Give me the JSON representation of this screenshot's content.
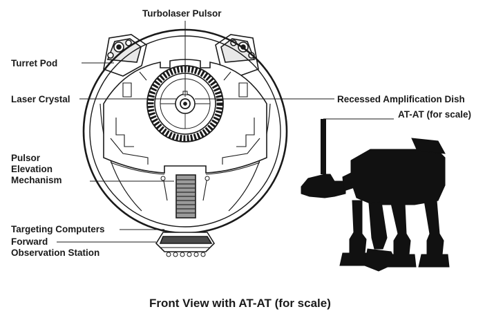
{
  "labels": {
    "turbolaser_pulsor": "Turbolaser Pulsor",
    "turret_pod": "Turret Pod",
    "laser_crystal": "Laser Crystal",
    "recessed_amplification_dish": "Recessed Amplification Dish",
    "at_at_scale": "AT-AT (for scale)",
    "pulsor_elevation_mechanism": [
      "Pulsor",
      "Elevation",
      "Mechanism"
    ],
    "targeting_computers": "Targeting Computers",
    "forward_observation_station": [
      "Forward",
      "Observation Station"
    ]
  },
  "caption": "Front View with AT-AT (for scale)",
  "colors": {
    "ink": "#1a1a1a",
    "paper": "#ffffff",
    "mid_gray": "#9a9a9a",
    "dark_gray": "#4a4a4a"
  }
}
